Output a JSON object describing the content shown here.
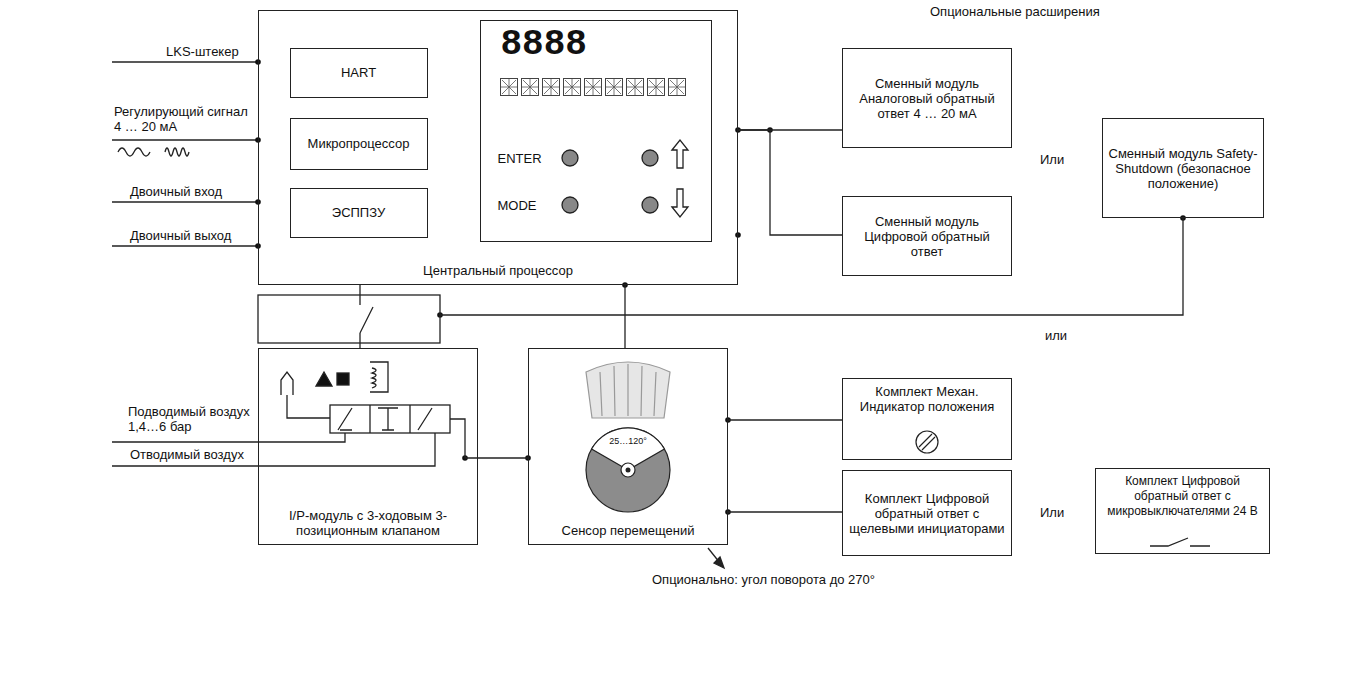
{
  "diagram": {
    "nodes": [
      {
        "text": [
          "Центральный процессор"
        ]
      },
      {
        "text": [
          "HART"
        ],
        "in": 0
      },
      {
        "text": [
          "Микропроцессор"
        ],
        "in": 0
      },
      {
        "text": [
          "ЭСППЗУ"
        ],
        "in": 0
      },
      {
        "text": [
          "8888",
          "ENTER",
          "MODE"
        ],
        "in": 0
      },
      {
        "text": [
          "I/P-модуль с 3-ходовым 3-позиционным клапаном"
        ]
      },
      {
        "text": [
          "Сенсор перемещений"
        ]
      },
      {
        "text": [
          "Сменный модуль Аналоговый обратный ответ 4 … 20 мА"
        ]
      },
      {
        "text": [
          "Сменный модуль Цифровой обратный ответ"
        ]
      },
      {
        "text": [
          "Сменный модуль Safety-Shutdown (безопасное положение)"
        ]
      },
      {
        "text": [
          "Комплект Механ. Индикатор положения"
        ]
      },
      {
        "text": [
          "Комплект Цифровой обратный ответ с щелевыми инициаторами"
        ]
      },
      {
        "text": [
          "Комплект Цифровой обратный ответ с микровыключателями 24 В"
        ]
      }
    ],
    "edges": [
      {
        "from": 0,
        "to": 7,
        "arrow": "none"
      },
      {
        "from": 0,
        "to": 8,
        "arrow": "none"
      },
      {
        "from": 0,
        "to": 6,
        "arrow": "none"
      },
      {
        "from": 5,
        "to": 6,
        "arrow": "none"
      },
      {
        "from": 6,
        "to": 10,
        "arrow": "none"
      },
      {
        "from": 6,
        "to": 11,
        "arrow": "none"
      }
    ],
    "labels": [
      "Опциональные расширения",
      "LKS-штекер",
      "Регулирующий сигнал 4 … 20 мА",
      "Двоичный вход",
      "Двоичный выход",
      "Подводимый воздух 1,4…6 бар",
      "Отводимый воздух",
      "Или",
      "или",
      "Или",
      "Опционально: угол поворота до 270°",
      "25…120°"
    ]
  }
}
